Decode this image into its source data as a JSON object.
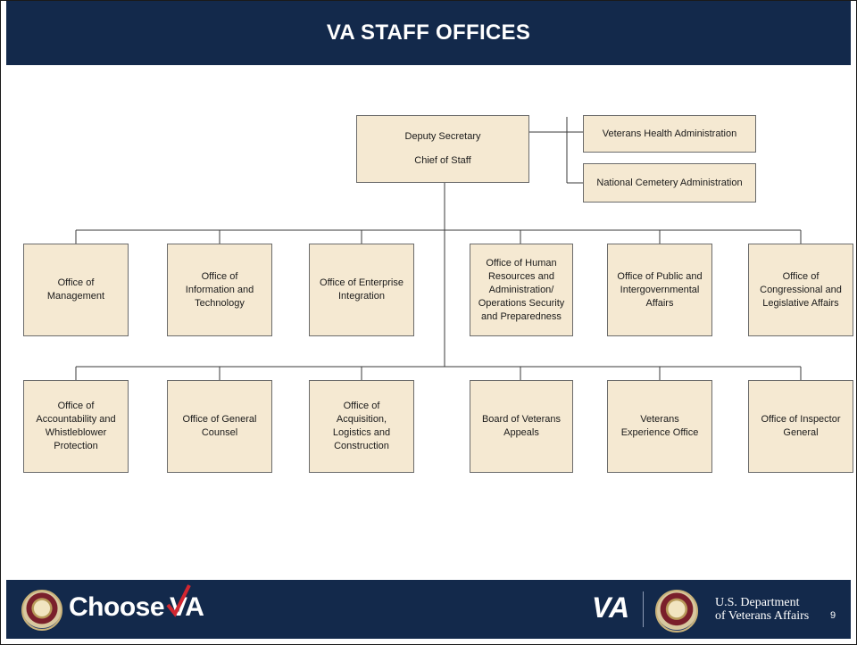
{
  "header": {
    "title": "VA STAFF OFFICES"
  },
  "org_chart": {
    "top": {
      "line1": "Deputy Secretary",
      "line2": "Chief of Staff"
    },
    "admins": [
      "Veterans Health Administration",
      "National Cemetery Administration"
    ],
    "row1": [
      "Office of\nManagement",
      "Office of\nInformation  and\nTechnology",
      "Office of Enterprise\nIntegration",
      "Office of Human\nResources and\nAdministration/\nOperations Security\nand Preparedness",
      "Office of Public and\nIntergovernmental\nAffairs",
      "Office of\nCongressional and\nLegislative Affairs"
    ],
    "row2": [
      "Office of\nAccountability and\nWhistleblower\nProtection",
      "Office of General\nCounsel",
      "Office of\nAcquisition,\nLogistics and\nConstruction",
      "Board of Veterans\nAppeals",
      "Veterans\nExperience Office",
      "Office of Inspector\nGeneral"
    ]
  },
  "footer": {
    "choose_text": "Choose",
    "choose_va": "VA",
    "va_logo": "VA",
    "dept_line1": "U.S. Department",
    "dept_line2": "of Veterans Affairs",
    "page_number": "9"
  },
  "colors": {
    "header_bg": "#13294b",
    "box_fill": "#f5e9d2",
    "accent_red": "#d22630"
  }
}
